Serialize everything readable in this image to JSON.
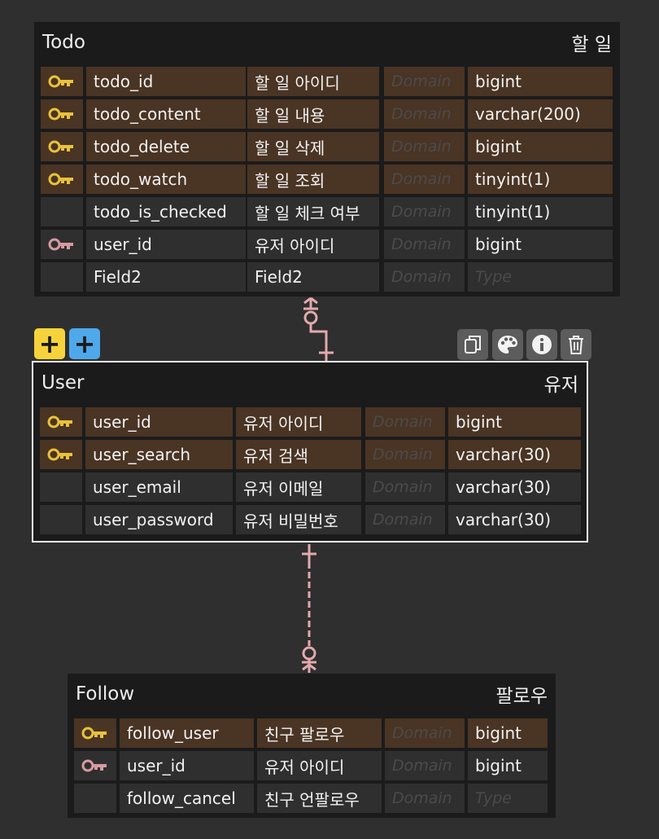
{
  "entities": {
    "todo": {
      "name": "Todo",
      "label": "할 일",
      "rows": [
        {
          "key": "pk",
          "field": "todo_id",
          "comment": "할 일 아이디",
          "domain": "Domain",
          "type": "bigint"
        },
        {
          "key": "pk",
          "field": "todo_content",
          "comment": "할 일 내용",
          "domain": "Domain",
          "type": "varchar(200)"
        },
        {
          "key": "pk",
          "field": "todo_delete",
          "comment": "할 일 삭제",
          "domain": "Domain",
          "type": "bigint"
        },
        {
          "key": "pk",
          "field": "todo_watch",
          "comment": "할 일 조회",
          "domain": "Domain",
          "type": "tinyint(1)"
        },
        {
          "key": "none",
          "field": "todo_is_checked",
          "comment": "할 일 체크 여부",
          "domain": "Domain",
          "type": "tinyint(1)"
        },
        {
          "key": "fk",
          "field": "user_id",
          "comment": "유저 아이디",
          "domain": "Domain",
          "type": "bigint"
        },
        {
          "key": "none",
          "field": "Field2",
          "comment": "Field2",
          "domain": "Domain",
          "type": "Type"
        }
      ]
    },
    "user": {
      "name": "User",
      "label": "유저",
      "rows": [
        {
          "key": "pk",
          "field": "user_id",
          "comment": "유저 아이디",
          "domain": "Domain",
          "type": "bigint"
        },
        {
          "key": "pk",
          "field": "user_search",
          "comment": "유저 검색",
          "domain": "Domain",
          "type": "varchar(30)"
        },
        {
          "key": "none",
          "field": "user_email",
          "comment": "유저 이메일",
          "domain": "Domain",
          "type": "varchar(30)"
        },
        {
          "key": "none",
          "field": "user_password",
          "comment": "유저 비밀번호",
          "domain": "Domain",
          "type": "varchar(30)"
        }
      ]
    },
    "follow": {
      "name": "Follow",
      "label": "팔로우",
      "rows": [
        {
          "key": "pk",
          "field": "follow_user",
          "comment": "친구 팔로우",
          "domain": "Domain",
          "type": "bigint"
        },
        {
          "key": "fk",
          "field": "user_id",
          "comment": "유저 아이디",
          "domain": "Domain",
          "type": "bigint"
        },
        {
          "key": "none",
          "field": "follow_cancel",
          "comment": "친구 언팔로우",
          "domain": "Domain",
          "type": "Type"
        }
      ]
    }
  },
  "toolbar": {
    "add_column_label": "+",
    "add_column_alt_label": "+",
    "icons": [
      "copy-icon",
      "palette-icon",
      "info-icon",
      "trash-icon"
    ]
  },
  "colors": {
    "background": "#2f2f2f",
    "entity": "#1b1b1b",
    "primary_key_row": "#4a3424",
    "primary_key_icon": "#e8c23a",
    "foreign_key_icon": "#d79aa2",
    "relationship_line": "#e3a9ae",
    "add_button_yellow": "#f6d33b",
    "add_button_blue": "#4fa8ea"
  }
}
